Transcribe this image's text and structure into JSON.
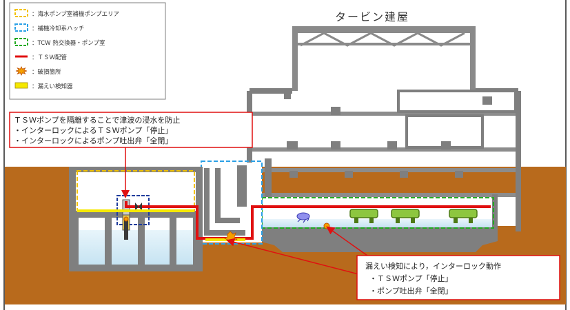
{
  "title": "タービン建屋",
  "legend": [
    {
      "label": "：海水ポンプ室補機ポンプエリア",
      "kind": "dash-yellow",
      "color": "#f2c200"
    },
    {
      "label": "：補機冷却系ハッチ",
      "kind": "dash-blue",
      "color": "#2aa0e6"
    },
    {
      "label": "：TCW 熱交換器・ポンプ室",
      "kind": "dash-green",
      "color": "#22aa22"
    },
    {
      "label": "：ＴＳＷ配管",
      "kind": "line-red",
      "color": "#e01010"
    },
    {
      "label": "：破損箇所",
      "kind": "burst",
      "color": "#f5a000"
    },
    {
      "label": "：漏えい検知器",
      "kind": "bar-yellow",
      "color": "#f5e800"
    }
  ],
  "callout_top": {
    "line1": "ＴＳＷポンプを隔離することで津波の浸水を防止",
    "line2": "・インターロックによるＴＳＷポンプ「停止」",
    "line3": "・インターロックによるポンプ吐出弁「全閉」"
  },
  "callout_bottom": {
    "line1": "漏えい検知により，インターロック動作",
    "line2": "・ＴＳＷポンプ「停止」",
    "line3": "・ポンプ吐出弁「全閉」"
  },
  "colors": {
    "ground": "#b86a1c",
    "concrete": "#888888",
    "water": "#d6ecf7",
    "pipe": "#e01010",
    "callout_border": "#e01010"
  }
}
